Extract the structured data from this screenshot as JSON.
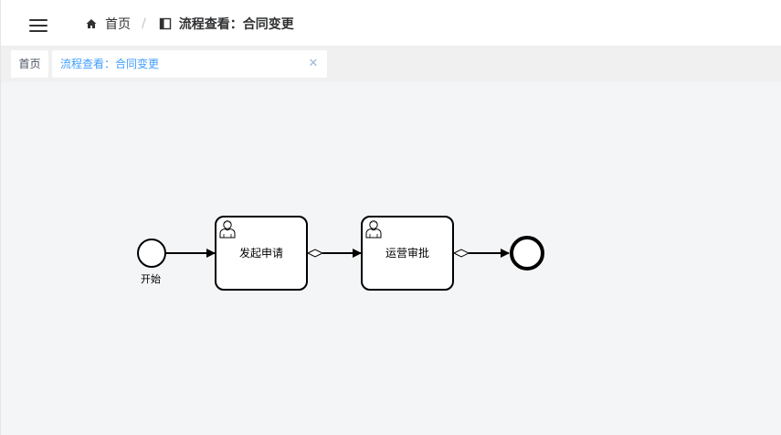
{
  "header": {
    "menu_icon": "hamburger-icon",
    "breadcrumb": {
      "home_icon": "home-icon",
      "home_label": "首页",
      "separator": "/",
      "current_icon": "document-panel-icon",
      "current_label": "流程查看：合同变更"
    }
  },
  "tags": {
    "home_label": "首页",
    "active_label": "流程查看：合同变更",
    "close_icon": "close-icon"
  },
  "process": {
    "start_label": "开始",
    "tasks": [
      {
        "label": "发起申请",
        "icon": "user-icon"
      },
      {
        "label": "运营审批",
        "icon": "user-icon"
      }
    ],
    "end_label": ""
  },
  "colors": {
    "accent": "#409eff",
    "header_bg": "#ffffff",
    "tagsbar_bg": "#f0f0f0",
    "canvas_bg": "#f4f5f7",
    "stroke": "#000000"
  }
}
